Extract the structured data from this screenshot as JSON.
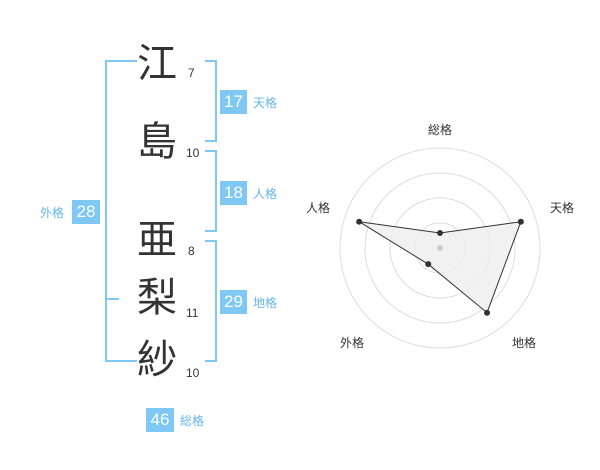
{
  "name": {
    "chars": [
      {
        "char": "江",
        "strokes": "7"
      },
      {
        "char": "島",
        "strokes": "10"
      },
      {
        "char": "亜",
        "strokes": "8"
      },
      {
        "char": "梨",
        "strokes": "11"
      },
      {
        "char": "紗",
        "strokes": "10"
      }
    ]
  },
  "kakusu": {
    "tenkaku": {
      "value": "17",
      "label": "天格"
    },
    "jinkaku": {
      "value": "18",
      "label": "人格"
    },
    "chikaku": {
      "value": "29",
      "label": "地格"
    },
    "gaikaku": {
      "value": "28",
      "label": "外格"
    },
    "soukaku": {
      "value": "46",
      "label": "総格"
    }
  },
  "radar": {
    "axes": [
      "総格",
      "天格",
      "地格",
      "外格",
      "人格"
    ],
    "values": [
      0.15,
      0.85,
      0.8,
      0.2,
      0.85
    ],
    "rings": 4
  },
  "colors": {
    "accent": "#7ec8f3",
    "accent_text": "#65b6ea",
    "text": "#333333",
    "radar_fill": "#eeeeee",
    "radar_ring": "#dddddd"
  }
}
